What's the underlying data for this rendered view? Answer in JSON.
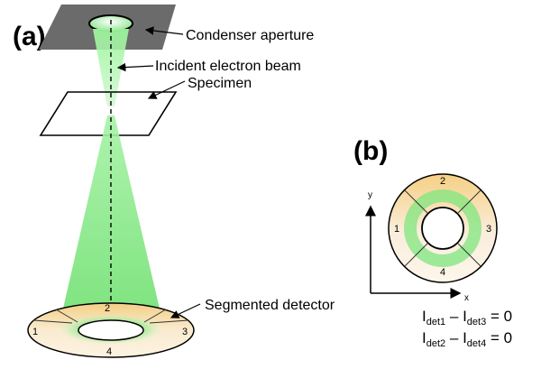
{
  "panel_a": {
    "label": "(a)",
    "labels": {
      "condenser": "Condenser aperture",
      "beam": "Incident electron beam",
      "specimen": "Specimen",
      "detector": "Segmented detector"
    },
    "segments": [
      "1",
      "2",
      "3",
      "4"
    ]
  },
  "panel_b": {
    "label": "(b)",
    "axes": {
      "x": "x",
      "y": "y"
    },
    "segments": [
      "1",
      "2",
      "3",
      "4"
    ],
    "equations": [
      {
        "I1": "I",
        "sub1": "det1",
        "op": " – ",
        "I2": "I",
        "sub2": "det3",
        "rhs": " = 0"
      },
      {
        "I1": "I",
        "sub1": "det2",
        "op": " – ",
        "I2": "I",
        "sub2": "det4",
        "rhs": " = 0"
      }
    ]
  },
  "colors": {
    "plate": "#6b6b6b",
    "beam": "#7fe07f",
    "detector_warm": "#f5d28e",
    "detector_ring": "#8ee68e"
  }
}
